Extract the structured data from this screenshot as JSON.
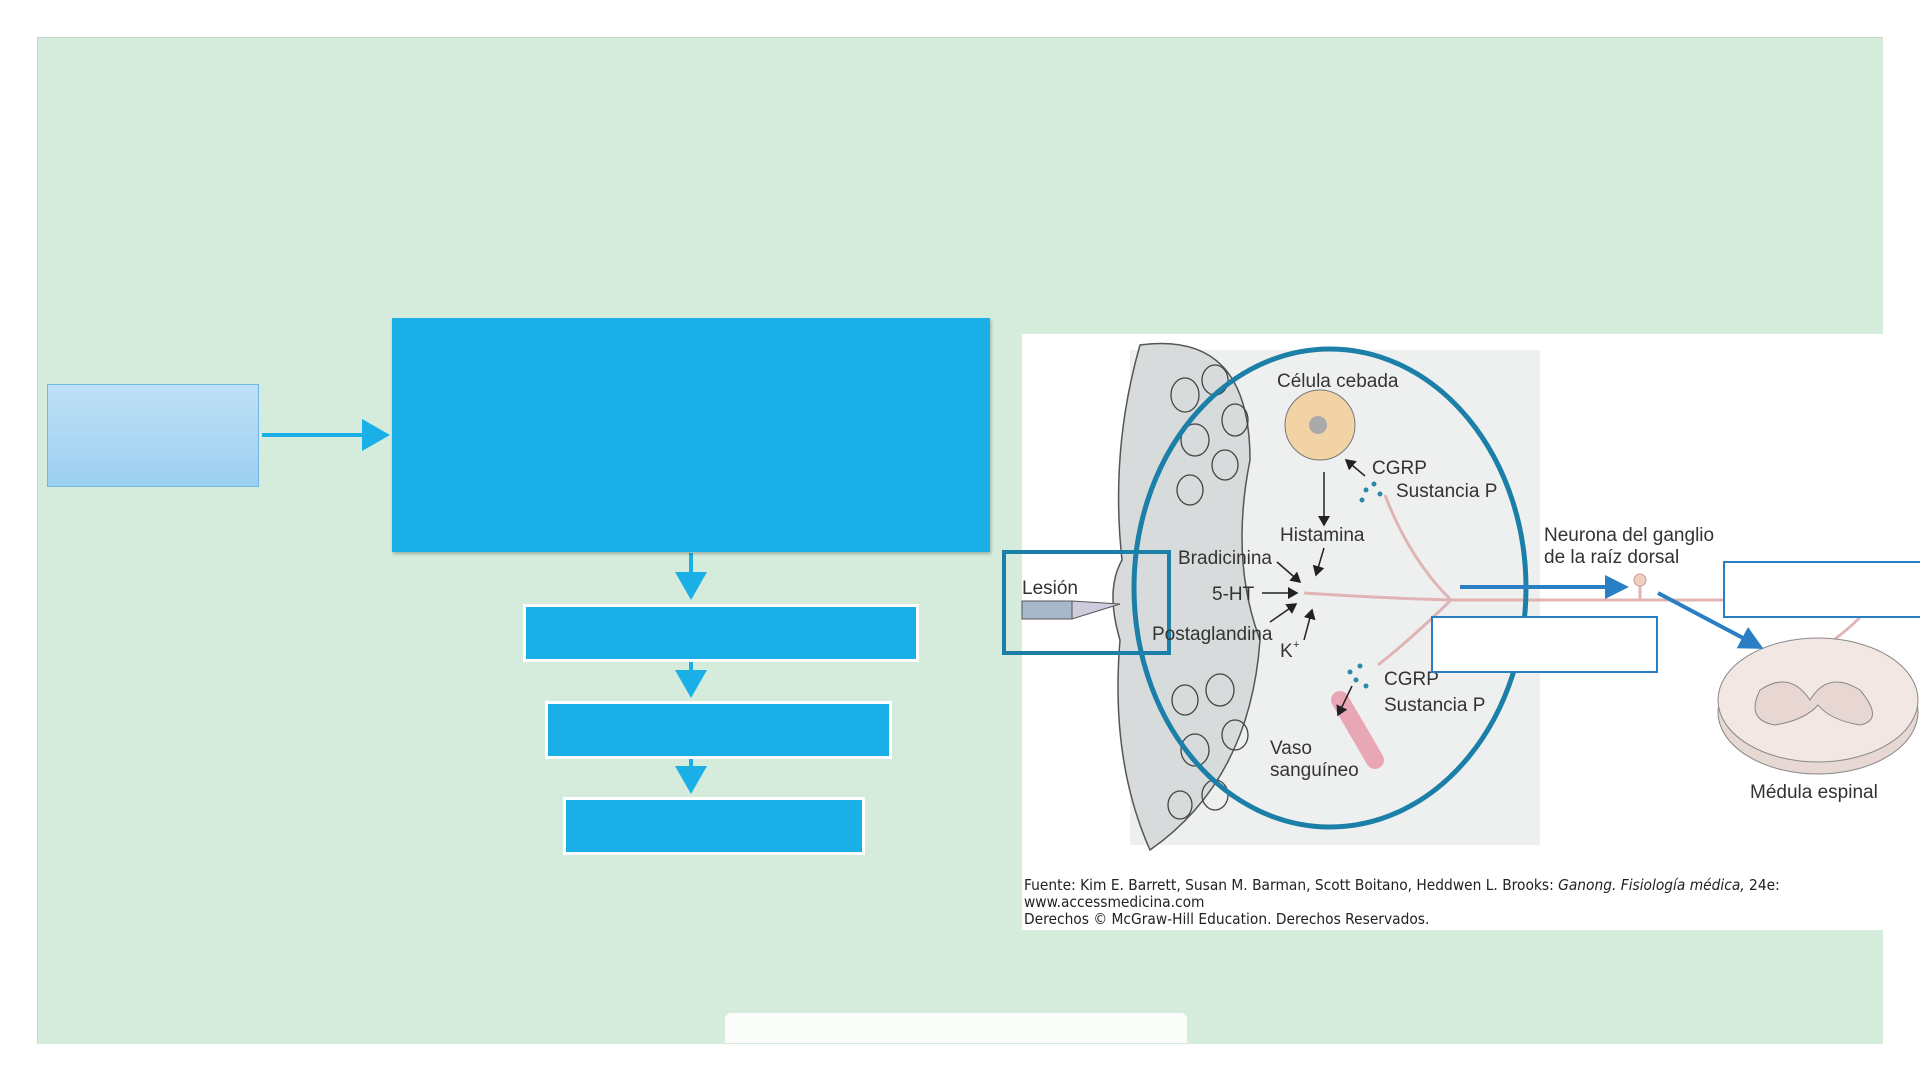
{
  "figure": {
    "labels": {
      "mast_cell": "Célula cebada",
      "cgrp_top": "CGRP",
      "substance_p_top": "Sustancia P",
      "histamine": "Histamina",
      "bradykinin": "Bradicinina",
      "serotonin": "5-HT",
      "prostaglandin": "Postaglandina",
      "potassium": "K",
      "potassium_sup": "+",
      "cgrp_bottom": "CGRP",
      "substance_p_bottom": "Sustancia P",
      "vessel_1": "Vaso",
      "vessel_2": "sanguíneo",
      "drg_1": "Neurona del ganglio",
      "drg_2": "de la raíz dorsal",
      "spinal_cord": "Médula espinal",
      "injury": "Lesión"
    },
    "caption": {
      "source_prefix": "Fuente: Kim E. Barrett, Susan M. Barman, Scott Boitano, Heddwen L. Brooks: ",
      "book_title": "Ganong. Fisiología médica,",
      "edition": " 24e:",
      "url": "www.accessmedicina.com",
      "rights": "Derechos © McGraw-Hill Education. Derechos Reservados."
    }
  },
  "colors": {
    "panel": "#d5ebdb",
    "box_blue": "#1aafe6",
    "annotation_blue": "#1b7fa8"
  }
}
